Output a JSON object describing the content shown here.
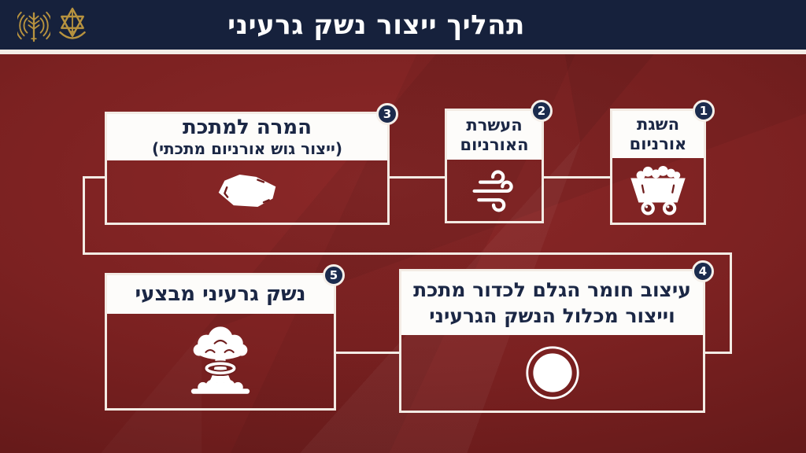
{
  "topbar": {
    "title": "תהליך ייצור נשק גרעיני",
    "logos": {
      "spokesperson": "idf-spokesperson-radio-waves-emblem",
      "idf": "idf-star-of-david-sword-emblem"
    }
  },
  "steps": [
    {
      "number": "1",
      "line1": "השגת",
      "line2": "אורניום",
      "icon": "mine-cart-icon"
    },
    {
      "number": "2",
      "line1": "העשרת",
      "line2": "האורניום",
      "icon": "enrichment-wind-icon"
    },
    {
      "number": "3",
      "line1": "המרה למתכת",
      "line2": "(ייצור גוש אורניום מתכתי)",
      "icon": "metal-lump-icon"
    },
    {
      "number": "4",
      "line1": "עיצוב חומר הגלם לכדור מתכת",
      "line2": "וייצור מכלול הנשק הגרעיני",
      "icon": "metal-sphere-icon"
    },
    {
      "number": "5",
      "line1": "נשק גרעיני מבצעי",
      "line2": "",
      "icon": "mushroom-cloud-icon"
    }
  ],
  "colors": {
    "navy_bar": "#16213c",
    "badge_navy": "#1b2b4d",
    "red_background": "#7b2121",
    "line_white": "#f3ebe4",
    "header_text_navy": "#1b2745",
    "gold_logo": "#b8933f"
  }
}
